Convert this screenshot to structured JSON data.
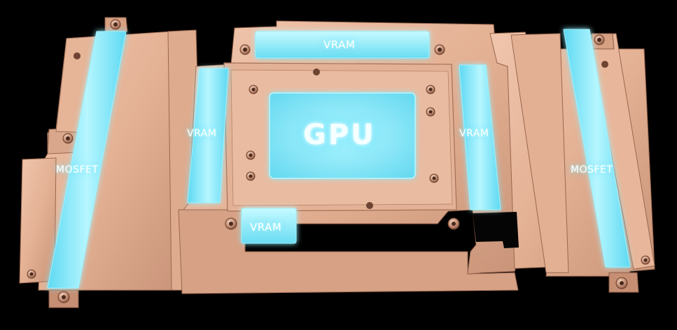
{
  "labels": {
    "vram_top": "VRAM",
    "vram_left": "VRAM",
    "vram_right": "VRAM",
    "vram_bottom": "VRAM",
    "gpu": "GPU",
    "mosfet_left": "MOSFET",
    "mosfet_right": "MOSFET"
  },
  "colors": {
    "background": "#000000",
    "copper": "#e7b59a",
    "copper_shadow": "#b98468",
    "pad_glow": "#6fe6ff",
    "pad_core": "#aef5ff"
  }
}
